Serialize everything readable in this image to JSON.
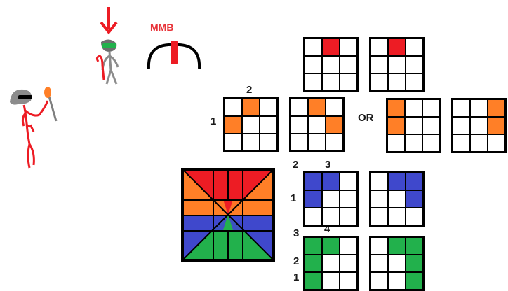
{
  "labels": {
    "mmb": "MMB",
    "or": "OR",
    "n_a_top": "2",
    "n_a_left": "1",
    "n_b_1": "2",
    "n_b_2": "3",
    "n_b_3": "1",
    "n_c_1": "3",
    "n_c_2": "4",
    "n_c_3": "2",
    "n_c_4": "1"
  },
  "colors": {
    "red": "#ed1c24",
    "orange": "#ff7f27",
    "blue": "#3f48cc",
    "green": "#22b14c",
    "black": "#000000",
    "gray": "#7f7f7f",
    "highlight_green": "#22b14c"
  },
  "grids": [
    {
      "id": "top-left",
      "cells": [
        "",
        "red",
        "",
        "",
        "",
        "",
        "",
        "",
        ""
      ]
    },
    {
      "id": "top-right",
      "cells": [
        "",
        "red",
        "",
        "",
        "",
        "",
        "",
        "",
        ""
      ]
    },
    {
      "id": "orange-1",
      "cells": [
        "",
        "orange",
        "",
        "orange",
        "",
        "",
        "",
        "",
        ""
      ]
    },
    {
      "id": "orange-2",
      "cells": [
        "",
        "orange",
        "",
        "",
        "",
        "orange",
        "",
        "",
        ""
      ]
    },
    {
      "id": "orange-3",
      "cells": [
        "orange",
        "",
        "",
        "orange",
        "",
        "",
        "",
        "",
        ""
      ]
    },
    {
      "id": "orange-4",
      "cells": [
        "",
        "",
        "orange",
        "",
        "",
        "orange",
        "",
        "",
        ""
      ]
    },
    {
      "id": "blue-1",
      "cells": [
        "blue",
        "blue",
        "",
        "blue",
        "",
        "",
        "",
        "",
        ""
      ]
    },
    {
      "id": "blue-2",
      "cells": [
        "",
        "blue",
        "blue",
        "",
        "",
        "blue",
        "",
        "",
        ""
      ]
    },
    {
      "id": "green-1",
      "cells": [
        "green",
        "green",
        "",
        "green",
        "",
        "",
        "green",
        "",
        ""
      ]
    },
    {
      "id": "green-2",
      "cells": [
        "",
        "green",
        "green",
        "",
        "",
        "green",
        "",
        "",
        "green"
      ]
    }
  ]
}
